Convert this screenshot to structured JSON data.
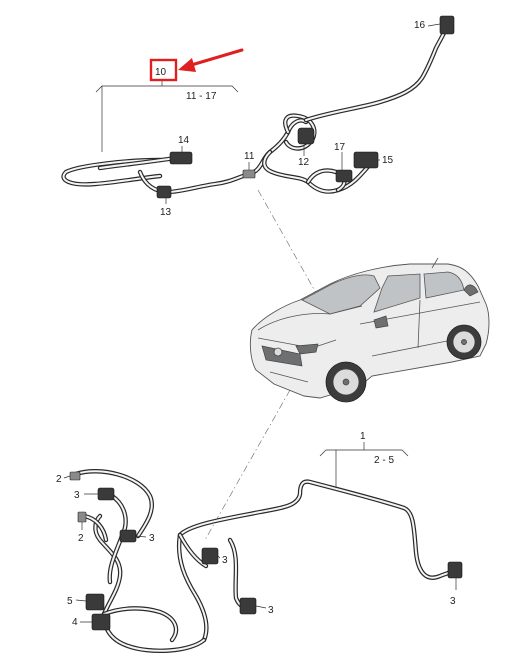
{
  "callouts": {
    "part_10": "10",
    "range_11_17": "11 - 17",
    "part_11": "11",
    "part_12": "12",
    "part_13": "13",
    "part_14": "14",
    "part_15": "15",
    "part_16": "16",
    "part_17": "17",
    "part_1": "1",
    "range_2_5": "2 - 5",
    "part_2a": "2",
    "part_2b": "2",
    "part_3a": "3",
    "part_3b": "3",
    "part_3c": "3",
    "part_3d": "3",
    "part_3e": "3",
    "part_4": "4",
    "part_5": "5"
  },
  "icons": {
    "highlight": "red-square-box",
    "pointer": "red-arrow"
  },
  "colors": {
    "highlight": "#e02020",
    "line": "#2a2a2a",
    "background": "#ffffff"
  }
}
